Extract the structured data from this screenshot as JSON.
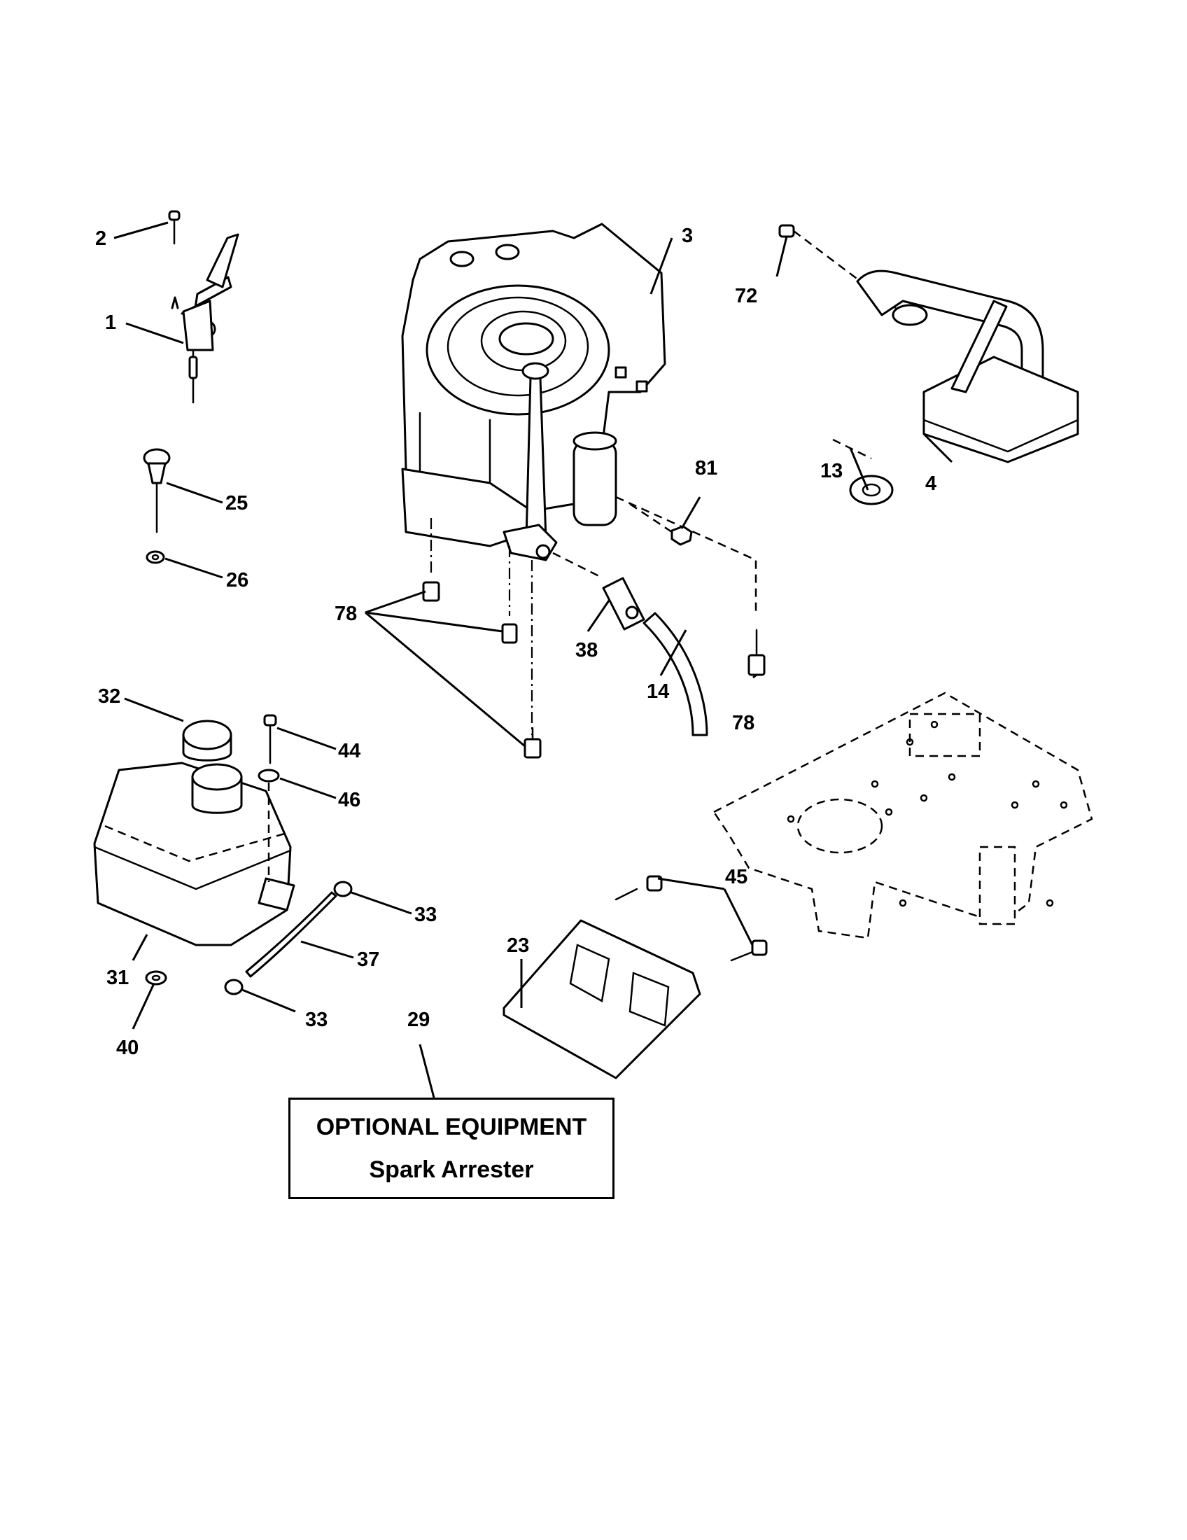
{
  "callouts": {
    "c1": "1",
    "c2": "2",
    "c3": "3",
    "c4": "4",
    "c13": "13",
    "c14": "14",
    "c23": "23",
    "c25": "25",
    "c26": "26",
    "c29": "29",
    "c31": "31",
    "c32": "32",
    "c33a": "33",
    "c33b": "33",
    "c37": "37",
    "c38": "38",
    "c40": "40",
    "c44": "44",
    "c45": "45",
    "c46": "46",
    "c72": "72",
    "c78a": "78",
    "c78b": "78",
    "c81": "81"
  },
  "optional_box": {
    "title": "OPTIONAL EQUIPMENT",
    "subtitle": "Spark Arrester"
  }
}
